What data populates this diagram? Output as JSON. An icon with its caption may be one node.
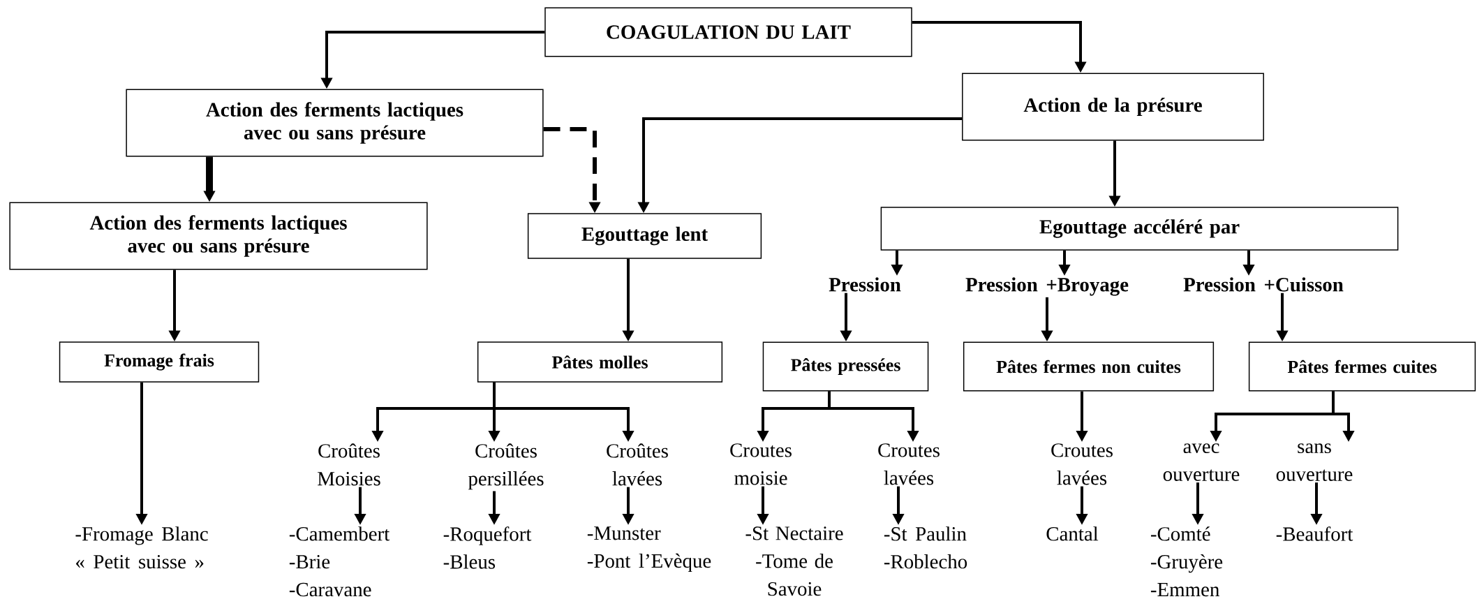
{
  "diagram": {
    "nodes": [
      {
        "text": [
          "COAGULATION DU LAIT"
        ]
      },
      {
        "text": [
          "Action des ferments lactiques avec ou sans présure"
        ]
      },
      {
        "text": [
          "Action de la présure"
        ]
      },
      {
        "text": [
          "Action des ferments lactiques avec ou sans présure"
        ]
      },
      {
        "text": [
          "Egouttage lent"
        ]
      },
      {
        "text": [
          "Egouttage accéléré par"
        ]
      },
      {
        "text": [
          "Pression"
        ]
      },
      {
        "text": [
          "Pression +Broyage"
        ]
      },
      {
        "text": [
          "Pression +Cuisson"
        ]
      },
      {
        "text": [
          "Fromage frais"
        ]
      },
      {
        "text": [
          "Pâtes molles"
        ]
      },
      {
        "text": [
          "Pâtes pressées"
        ]
      },
      {
        "text": [
          "Pâtes fermes non cuites"
        ]
      },
      {
        "text": [
          "Pâtes fermes cuites"
        ]
      },
      {
        "text": [
          "Croûtes Moisies"
        ]
      },
      {
        "text": [
          "Croûtes persillées"
        ]
      },
      {
        "text": [
          "Croûtes lavées"
        ]
      },
      {
        "text": [
          "Croutes moisie"
        ]
      },
      {
        "text": [
          "Croutes lavées"
        ]
      },
      {
        "text": [
          "Croutes lavées"
        ]
      },
      {
        "text": [
          "avec ouverture"
        ]
      },
      {
        "text": [
          "sans ouverture"
        ]
      },
      {
        "text": [
          "-Fromage Blanc",
          "« Petit suisse »"
        ]
      },
      {
        "text": [
          "-Camembert",
          "-Brie",
          "-Caravane"
        ]
      },
      {
        "text": [
          "-Roquefort",
          "-Bleus"
        ]
      },
      {
        "text": [
          "-Munster",
          "-Pont l’Evèque"
        ]
      },
      {
        "text": [
          "-St Nectaire",
          "-Tome de Savoie"
        ]
      },
      {
        "text": [
          "-St Paulin",
          "-Roblecho"
        ]
      },
      {
        "text": [
          "Cantal"
        ]
      },
      {
        "text": [
          "-Comté",
          "-Gruyère",
          "-Emmen"
        ]
      },
      {
        "text": [
          "-Beaufort"
        ]
      }
    ],
    "edges": [
      {
        "from": 0,
        "to": 1,
        "arrow": "to"
      },
      {
        "from": 0,
        "to": 2,
        "arrow": "to"
      },
      {
        "from": 1,
        "to": 3,
        "arrow": "to",
        "style": "thick"
      },
      {
        "from": 1,
        "to": 4,
        "arrow": "to",
        "style": "dashed"
      },
      {
        "from": 2,
        "to": 4,
        "arrow": "to"
      },
      {
        "from": 2,
        "to": 5,
        "arrow": "to"
      },
      {
        "from": 5,
        "to": 6,
        "arrow": "to"
      },
      {
        "from": 5,
        "to": 7,
        "arrow": "to"
      },
      {
        "from": 5,
        "to": 8,
        "arrow": "to"
      },
      {
        "from": 3,
        "to": 9,
        "arrow": "to"
      },
      {
        "from": 4,
        "to": 10,
        "arrow": "to"
      },
      {
        "from": 6,
        "to": 11,
        "arrow": "to"
      },
      {
        "from": 7,
        "to": 12,
        "arrow": "to"
      },
      {
        "from": 8,
        "to": 13,
        "arrow": "to"
      },
      {
        "from": 10,
        "to": 14,
        "arrow": "to"
      },
      {
        "from": 10,
        "to": 15,
        "arrow": "to"
      },
      {
        "from": 10,
        "to": 16,
        "arrow": "to"
      },
      {
        "from": 11,
        "to": 17,
        "arrow": "to"
      },
      {
        "from": 11,
        "to": 18,
        "arrow": "to"
      },
      {
        "from": 12,
        "to": 19,
        "arrow": "to"
      },
      {
        "from": 13,
        "to": 20,
        "arrow": "to"
      },
      {
        "from": 13,
        "to": 21,
        "arrow": "to"
      },
      {
        "from": 9,
        "to": 22,
        "arrow": "to"
      },
      {
        "from": 14,
        "to": 23,
        "arrow": "to"
      },
      {
        "from": 15,
        "to": 24,
        "arrow": "to"
      },
      {
        "from": 16,
        "to": 25,
        "arrow": "to"
      },
      {
        "from": 17,
        "to": 26,
        "arrow": "to"
      },
      {
        "from": 18,
        "to": 27,
        "arrow": "to"
      },
      {
        "from": 19,
        "to": 28,
        "arrow": "to"
      },
      {
        "from": 20,
        "to": 29,
        "arrow": "to"
      },
      {
        "from": 21,
        "to": 30,
        "arrow": "to"
      }
    ]
  }
}
